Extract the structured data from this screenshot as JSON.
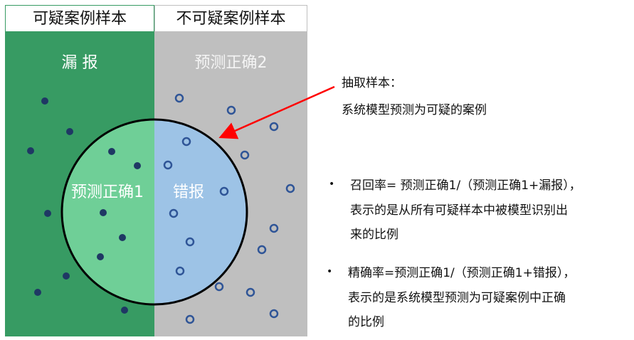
{
  "headers": {
    "left": "可疑案例样本",
    "right": "不可疑案例样本"
  },
  "regions": {
    "false_negative": "漏 报",
    "true_negative": "预测正确2",
    "true_positive": "预测正确1",
    "false_positive": "错报"
  },
  "annotation": {
    "line1": "抽取样本：",
    "line2": "系统模型预测为可疑的案例"
  },
  "bullets": [
    {
      "line1": "召回率= 预测正确1/（预测正确1+漏报），",
      "line2": "表示的是从所有可疑样本中被模型识别出",
      "line3": "来的比例"
    },
    {
      "line1": "精确率=预测正确1/（预测正确1+错报），",
      "line2": "表示的是系统模型预测为可疑案例中正确",
      "line3": "的比例"
    }
  ],
  "colors": {
    "green": "#379B63",
    "light_green": "#6FCF97",
    "blue": "#9DC3E6",
    "gray": "#BFBFBF",
    "dot": "#1F3864",
    "hollow": "#2F5597",
    "arrow": "#FF0000"
  }
}
